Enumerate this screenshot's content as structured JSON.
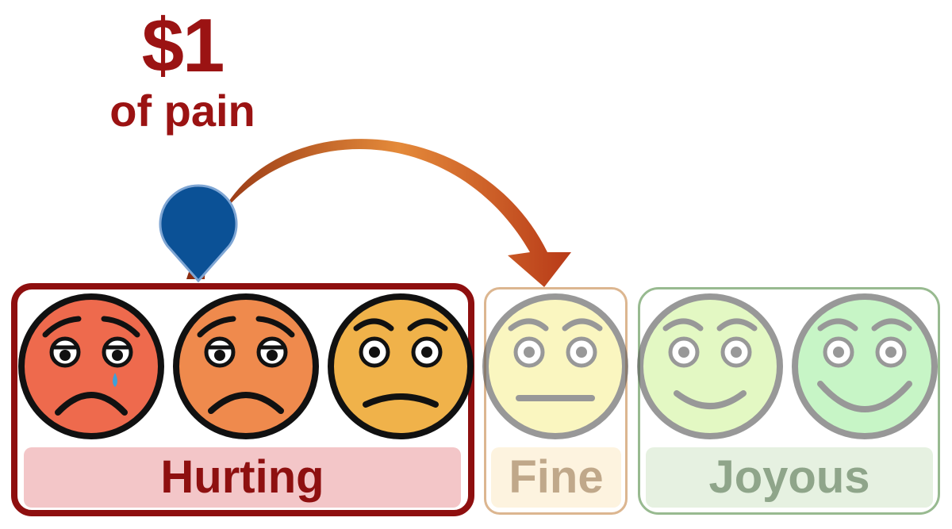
{
  "headline": {
    "amount": "$1",
    "subtitle": "of pain"
  },
  "groups": [
    {
      "id": "hurting",
      "label": "Hurting",
      "border_color": "#8e0f0f",
      "band_color": "#f3c6c8",
      "text_color": "#8e1010"
    },
    {
      "id": "fine",
      "label": "Fine",
      "border_color": "#dcb690",
      "band_color": "#fdf3df",
      "text_color": "#c0a88a"
    },
    {
      "id": "joyous",
      "label": "Joyous",
      "border_color": "#98ba90",
      "band_color": "#e6f1e1",
      "text_color": "#8fa58a"
    }
  ],
  "faces": [
    {
      "name": "crying-face-icon",
      "fill": "#ee6a4d",
      "mood": "crying",
      "faded": false
    },
    {
      "name": "sad-face-icon",
      "fill": "#ef8a4d",
      "mood": "sad",
      "faded": false
    },
    {
      "name": "worried-face-icon",
      "fill": "#f0b24a",
      "mood": "worried",
      "faded": false
    },
    {
      "name": "neutral-face-icon",
      "fill": "#f7f29a",
      "mood": "neutral",
      "faded": true
    },
    {
      "name": "smiling-face-icon",
      "fill": "#d3f5a0",
      "mood": "smile",
      "faded": true
    },
    {
      "name": "grinning-face-icon",
      "fill": "#a6f0a4",
      "mood": "grin",
      "faded": true
    }
  ],
  "marker": {
    "name": "location-pin-icon",
    "color": "#0b5196"
  },
  "arrow": {
    "name": "curved-arrow-icon",
    "color_start": "#8a2a0e",
    "color_end": "#e88a35"
  }
}
